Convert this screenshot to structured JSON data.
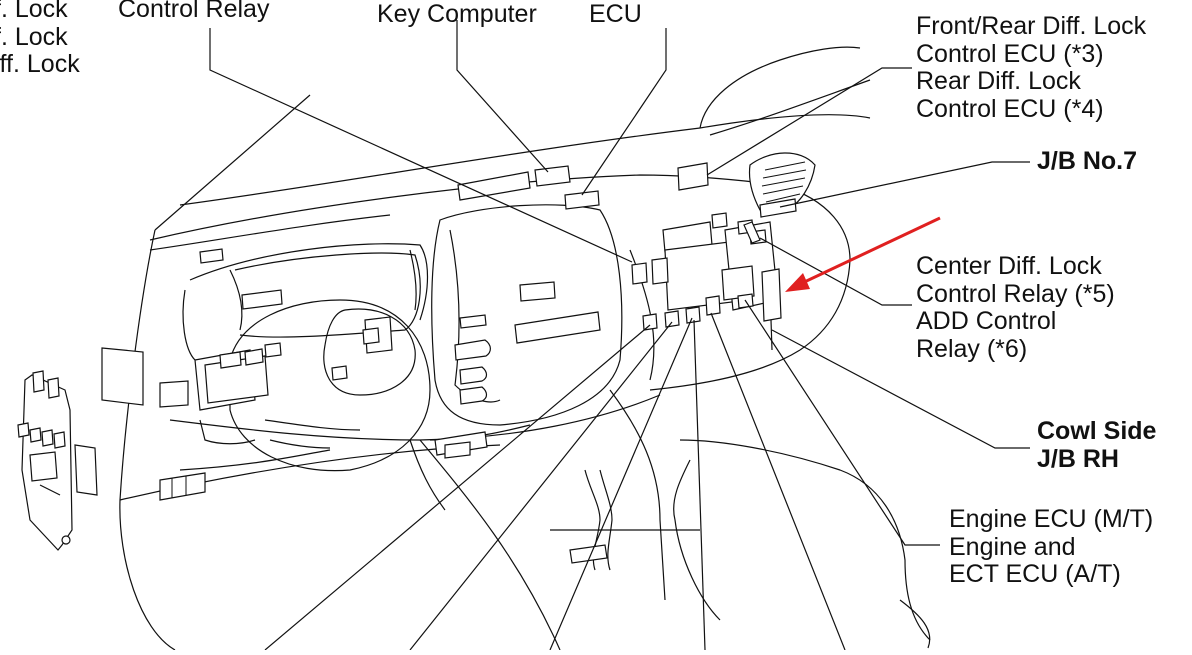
{
  "labels": {
    "topleft_1": "f. Lock",
    "topleft_2": "f. Lock",
    "topleft_3": "iff. Lock",
    "control_relay": "Control Relay",
    "key_computer": "Key Computer",
    "ecu": "ECU",
    "front_rear_1": "Front/Rear Diff. Lock",
    "front_rear_2": "Control ECU (*3)",
    "rear_diff_1": "Rear Diff. Lock",
    "rear_diff_2": "Control ECU (*4)",
    "jb_no7": "J/B No.7",
    "center_diff_1": "Center Diff. Lock",
    "center_diff_2": "Control Relay (*5)",
    "add_control_1": "ADD Control",
    "add_control_2": "Relay (*6)",
    "cowl_side_1": "Cowl Side",
    "cowl_side_2": "J/B RH",
    "engine_ecu_1": "Engine ECU (M/T)",
    "engine_ecu_2": "Engine and",
    "engine_ecu_3": "ECT ECU (A/T)"
  },
  "colors": {
    "ink": "#111111",
    "arrow": "#e02020",
    "background": "#ffffff"
  }
}
